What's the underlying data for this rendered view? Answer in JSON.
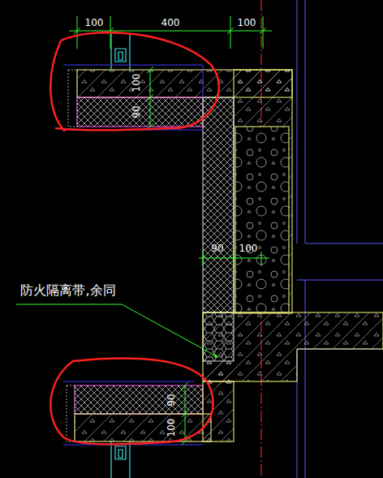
{
  "diagram": {
    "labels": [
      "100",
      "400",
      "100",
      "100",
      "90",
      "90",
      "100",
      "防火隔离带,余同",
      "90",
      "100"
    ]
  }
}
